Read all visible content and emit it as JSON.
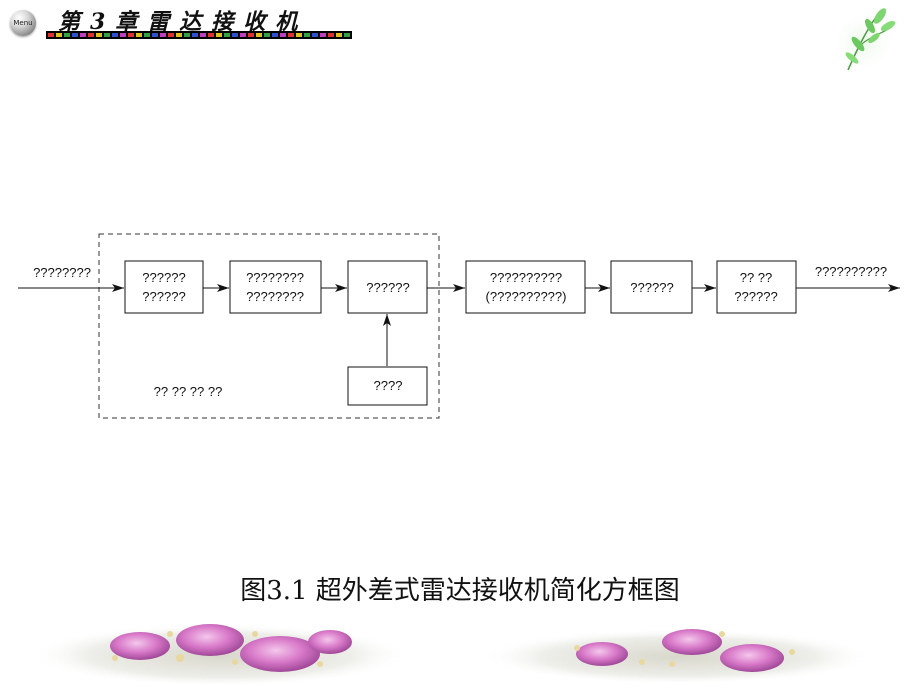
{
  "header": {
    "menu_label": "Menu",
    "chapter_title": "第3章雷达接收机"
  },
  "diagram": {
    "input_label": "????????",
    "output_label": "??????????",
    "frontend_label": "?? ?? ?? ??",
    "blocks": {
      "b1": {
        "line1": "??????",
        "line2": "??????"
      },
      "b2": {
        "line1": "????????",
        "line2": "????????"
      },
      "b3": {
        "line1": "??????"
      },
      "osc": {
        "line1": "????"
      },
      "b4": {
        "line1": "??????????",
        "line2": "(??????????)"
      },
      "b5": {
        "line1": "??????"
      },
      "b6": {
        "line1": "??  ??",
        "line2": "??????"
      }
    }
  },
  "caption": "图3.1 超外差式雷达接收机简化方框图",
  "colors": {
    "bar_dots": [
      "#e03030",
      "#e0c020",
      "#30a040",
      "#3050d0",
      "#c040c0"
    ],
    "flower_pink": "#d878c8",
    "leaf_green": "#6cc860"
  },
  "icons": [
    "menu-ball-icon",
    "leaf-decoration-icon",
    "rose-decoration-icon"
  ]
}
